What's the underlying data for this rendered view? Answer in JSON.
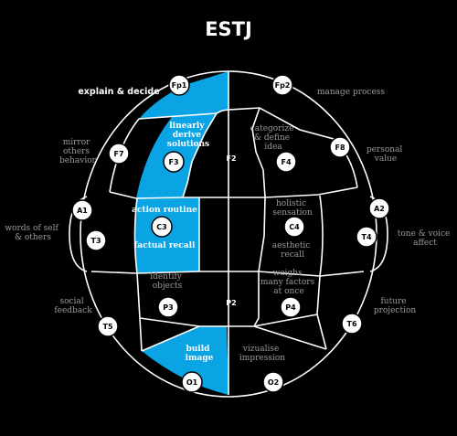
{
  "title": "ESTJ",
  "colors": {
    "background": "#000000",
    "highlight": "#0aa3e4",
    "line": "#ffffff",
    "label": "#9a9a9a"
  },
  "electrodes": {
    "Fp1": "Fp1",
    "Fp2": "Fp2",
    "F7": "F7",
    "F3": "F3",
    "F2": "F2",
    "F4": "F4",
    "F8": "F8",
    "A1": "A1",
    "T3": "T3",
    "C3": "C3",
    "C4": "C4",
    "T4": "T4",
    "A2": "A2",
    "T5": "T5",
    "P3": "P3",
    "P2": "P2",
    "P4": "P4",
    "T6": "T6",
    "O1": "O1",
    "O2": "O2"
  },
  "outer_labels": {
    "fp1": "explain & decide",
    "fp2": "manage process",
    "f7": [
      "mirror",
      "others",
      "behavior"
    ],
    "f8": [
      "personal",
      "value"
    ],
    "t3": [
      "words of self",
      "& others"
    ],
    "t4": [
      "tone & voice",
      "affect"
    ],
    "t5": [
      "social",
      "feedback"
    ],
    "t6": [
      "future",
      "projection"
    ]
  },
  "inner_labels": {
    "f3": [
      "linearly",
      "derive",
      "solutions"
    ],
    "f4": [
      "categorize",
      "& define",
      "idea"
    ],
    "c3_top": "action routine",
    "c3_bottom": "factual recall",
    "c4_top": [
      "holistic",
      "sensation"
    ],
    "c4_bottom": [
      "aesthetic",
      "recall"
    ],
    "p3": [
      "identify",
      "objects"
    ],
    "p4": [
      "weighs",
      "many factors",
      "at once"
    ],
    "o1": [
      "build",
      "image"
    ],
    "o2": [
      "vizualise",
      "impression"
    ]
  }
}
